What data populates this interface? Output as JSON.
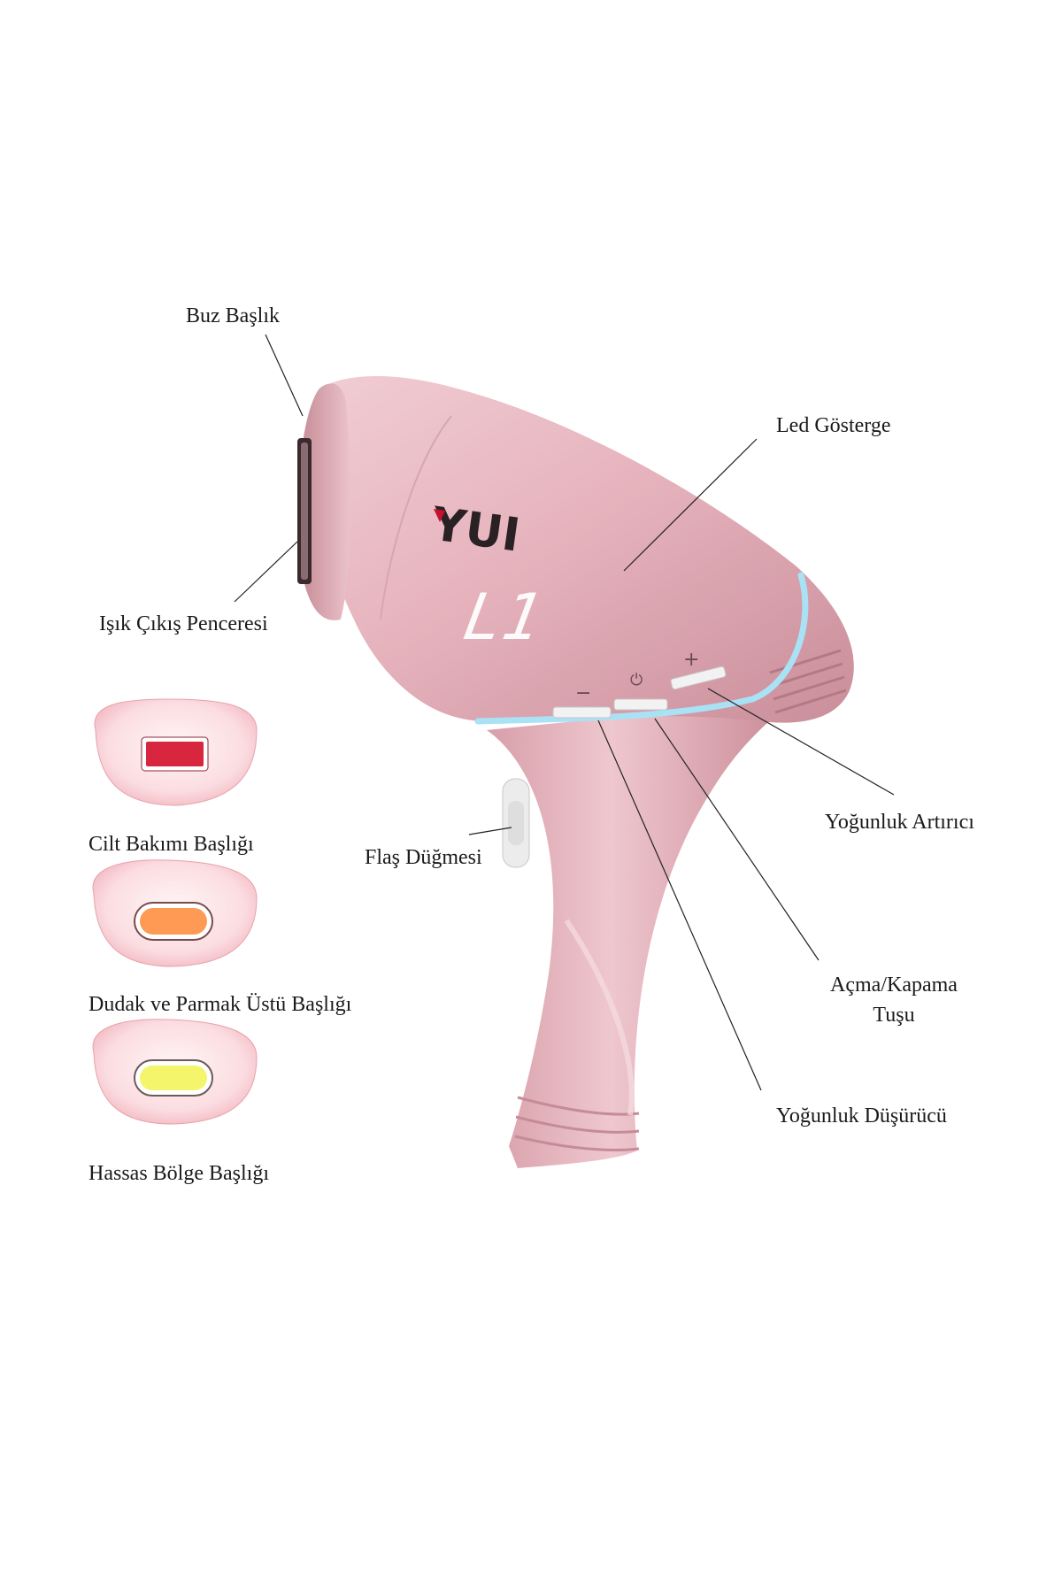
{
  "brand": {
    "logo_text": "YUI",
    "led_display": "L1"
  },
  "buttons": {
    "minus_glyph": "−",
    "power_glyph": "⏻",
    "plus_glyph": "+"
  },
  "labels": {
    "buz_baslik": "Buz Başlık",
    "led_gosterge": "Led Gösterge",
    "isik_cikis": "Işık Çıkış Penceresi",
    "yogunluk_artirici": "Yoğunluk Artırıcı",
    "flas_dugmesi": "Flaş Düğmesi",
    "acma_kapama_1": "Açma/Kapama",
    "acma_kapama_2": "Tuşu",
    "yogunluk_dusurucu": "Yoğunluk Düşürücü"
  },
  "heads": [
    {
      "label": "Cilt Bakımı Başlığı",
      "color": "#d7263d"
    },
    {
      "label": "Dudak ve Parmak Üstü Başlığı",
      "color": "#ff9a55"
    },
    {
      "label": "Hassas Bölge Başlığı",
      "color": "#f4f56a"
    }
  ],
  "colors": {
    "device_body": "#e6b6bf",
    "accent_ring": "#a9e2f4"
  }
}
